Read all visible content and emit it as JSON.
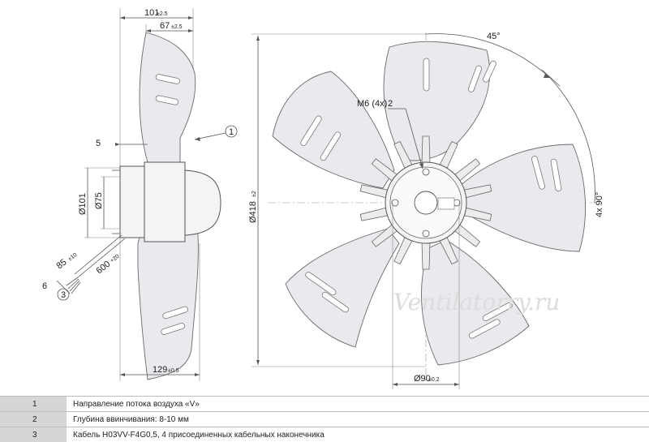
{
  "drawing": {
    "side_view": {
      "dim_total_width": "101",
      "dim_total_width_tol": "±2.5",
      "dim_blade_width": "67",
      "dim_blade_width_tol": "±2.5",
      "dim_five": "5",
      "dim_d101": "Ø101",
      "dim_d75": "Ø75",
      "dim_cable_strip": "85",
      "dim_cable_strip_tol": "±10",
      "dim_cable_len": "600",
      "dim_cable_len_tol": "+20",
      "dim_six": "6",
      "dim_bottom": "129",
      "dim_bottom_tol": "±0.5",
      "callout_1": "1",
      "callout_3": "3"
    },
    "front_view": {
      "angle_45": "45°",
      "mount_holes": "M6 (4x)",
      "callout_2": "2",
      "dim_d418": "Ø418",
      "dim_d418_tol": "±2",
      "angle_4x90": "4x 90°",
      "dim_d90": "Ø90",
      "dim_d90_tol": "±0.2"
    },
    "watermark": "Ventilatorry.ru"
  },
  "legend": [
    {
      "num": "1",
      "text": "Направление потока воздуха «V»"
    },
    {
      "num": "2",
      "text": "Глубина ввинчивания: 8-10 мм"
    },
    {
      "num": "3",
      "text": "Кабель H03VV-F4G0,5, 4 присоединенных кабельных наконечника"
    }
  ]
}
